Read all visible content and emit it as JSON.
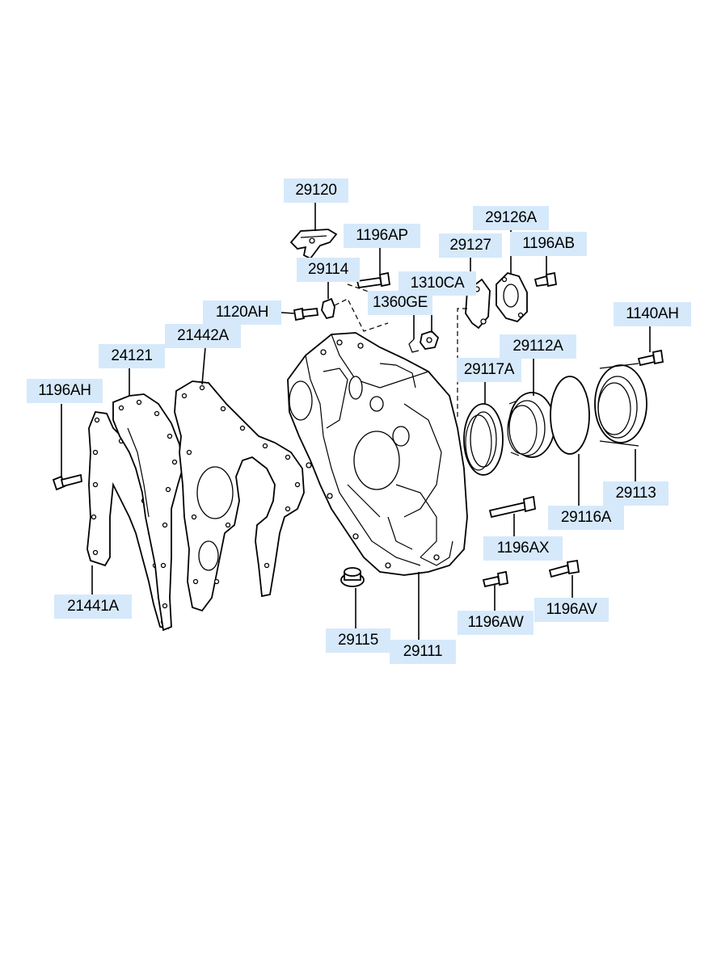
{
  "colors": {
    "label_background": "#d6e9fb",
    "linework": "#000000",
    "background": "#ffffff"
  },
  "labels": {
    "l29120": "29120",
    "l29126A": "29126A",
    "l1196AP": "1196AP",
    "l29127": "29127",
    "l1196AB": "1196AB",
    "l29114": "29114",
    "l1310CA": "1310CA",
    "l1120AH": "1120AH",
    "l1360GE": "1360GE",
    "l1140AH": "1140AH",
    "l21442A": "21442A",
    "l24121": "24121",
    "l29112A": "29112A",
    "l29117A": "29117A",
    "l1196AH": "1196AH",
    "l29113": "29113",
    "l29116A": "29116A",
    "l1196AX": "1196AX",
    "l21441A": "21441A",
    "l1196AW": "1196AW",
    "l1196AV": "1196AV",
    "l29115": "29115",
    "l29111": "29111"
  }
}
